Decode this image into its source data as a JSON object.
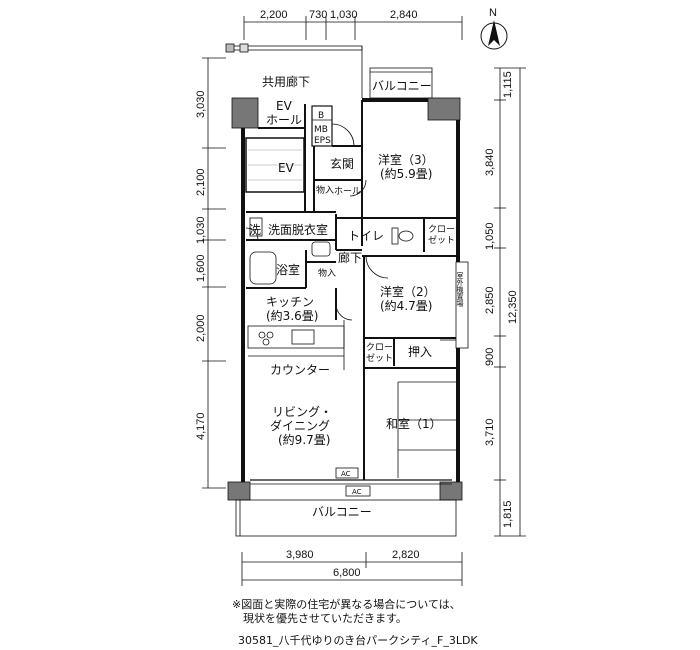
{
  "north": "N",
  "dims": {
    "top": [
      "2,200",
      "730",
      "1,030",
      "2,840"
    ],
    "bottom_row1": [
      "3,980",
      "2,820"
    ],
    "bottom_total": "6,800",
    "left": [
      "3,030",
      "2,100",
      "1,030",
      "1,600",
      "2,000",
      "4,170"
    ],
    "right_inner": [
      "1,115",
      "3,840",
      "1,050",
      "2,850",
      "900",
      "3,710",
      "1,815"
    ],
    "right_total": "12,350"
  },
  "rooms": {
    "corridor": "共用廊下",
    "balcony_top": "バルコニー",
    "ev_hall_1": "EV",
    "ev_hall_2": "ホール",
    "mb": "MB",
    "eps": "EPS",
    "b": "B",
    "ev": "EV",
    "genkan": "玄関",
    "monoire": "物入",
    "hall": "ホール",
    "youshitsu3_1": "洋室（3）",
    "youshitsu3_2": "(約5.9畳)",
    "closet": "クロー\nゼット",
    "sen": "洗",
    "senmen": "洗面脱衣室",
    "toilet": "トイレ",
    "roka": "廊下",
    "yokushitsu": "浴室",
    "monoire_small": "物入",
    "kitchen_1": "キッチン",
    "kitchen_2": "(約3.6畳)",
    "youshitsu2_1": "洋室（2）",
    "youshitsu2_2": "(約4.7畳)",
    "shitsugai": "室外機置場",
    "closet2": "クロー\nゼット",
    "oshiire": "押入",
    "counter": "カウンター",
    "living_1": "リビング・",
    "living_2": "ダイニング",
    "living_3": "(約9.7畳)",
    "washitsu": "和室（1）",
    "ac1": "AC",
    "ac2": "AC",
    "balcony_bottom": "バルコニー"
  },
  "note_line1": "※図面と実際の住宅が異なる場合については、",
  "note_line2": "　現状を優先させていただきます。",
  "caption": "30581_八千代ゆりのき台パークシティ_F_3LDK"
}
